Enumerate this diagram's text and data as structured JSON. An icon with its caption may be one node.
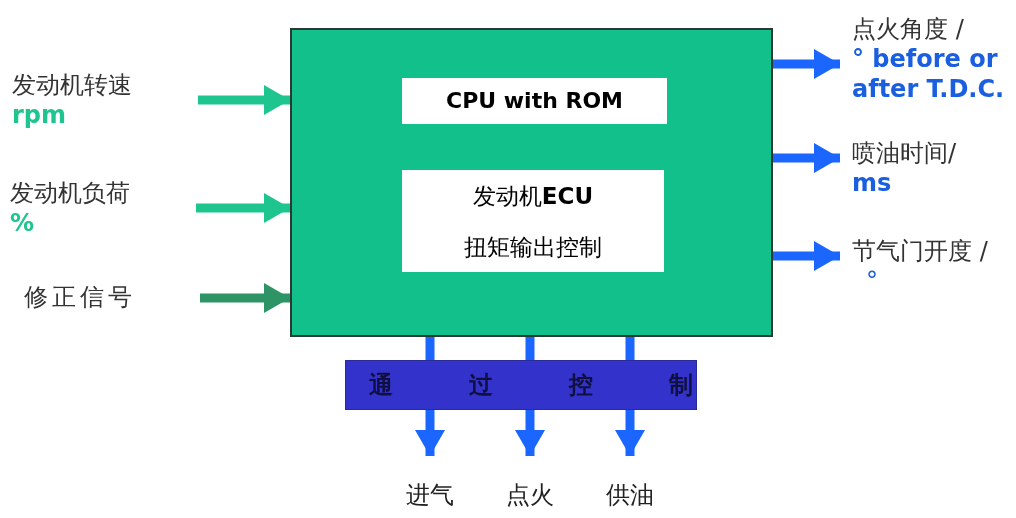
{
  "diagram": {
    "nodes": [
      {
        "text": [],
        "shape": "box"
      },
      {
        "text": [
          "CPU with ROM"
        ],
        "in": 0
      },
      {
        "text": [
          "发动机**ECU**",
          "扭矩输出控制"
        ],
        "in": 0
      },
      {
        "text": [
          "发动机转速",
          "rpm"
        ]
      },
      {
        "text": [
          "发动机负荷",
          "%"
        ]
      },
      {
        "text": [
          "修正信号"
        ]
      },
      {
        "text": [
          "点火角度 /",
          "° before or after T.D.C."
        ]
      },
      {
        "text": [
          "喷油时间/",
          "ms"
        ]
      },
      {
        "text": [
          "节气门开度 /",
          "°"
        ]
      },
      {
        "text": [
          "通过控制"
        ]
      },
      {
        "text": [
          "进气"
        ]
      },
      {
        "text": [
          "点火"
        ]
      },
      {
        "text": [
          "供油"
        ]
      }
    ],
    "edges": [
      {
        "from": 3,
        "to": 0,
        "arrow": "to",
        "color": "#1fc58e"
      },
      {
        "from": 4,
        "to": 0,
        "arrow": "to",
        "color": "#1fc58e"
      },
      {
        "from": 5,
        "to": 0,
        "arrow": "to",
        "color": "#2e9466"
      },
      {
        "from": 0,
        "to": 6,
        "arrow": "to"
      },
      {
        "from": 0,
        "to": 7,
        "arrow": "to"
      },
      {
        "from": 0,
        "to": 8,
        "arrow": "to"
      },
      {
        "from": 0,
        "to": 9,
        "arrow": "none"
      },
      {
        "from": 0,
        "to": 9,
        "arrow": "none"
      },
      {
        "from": 0,
        "to": 9,
        "arrow": "none"
      },
      {
        "from": 9,
        "to": 10,
        "arrow": "to"
      },
      {
        "from": 9,
        "to": 11,
        "arrow": "to"
      },
      {
        "from": 9,
        "to": 12,
        "arrow": "to"
      }
    ]
  }
}
